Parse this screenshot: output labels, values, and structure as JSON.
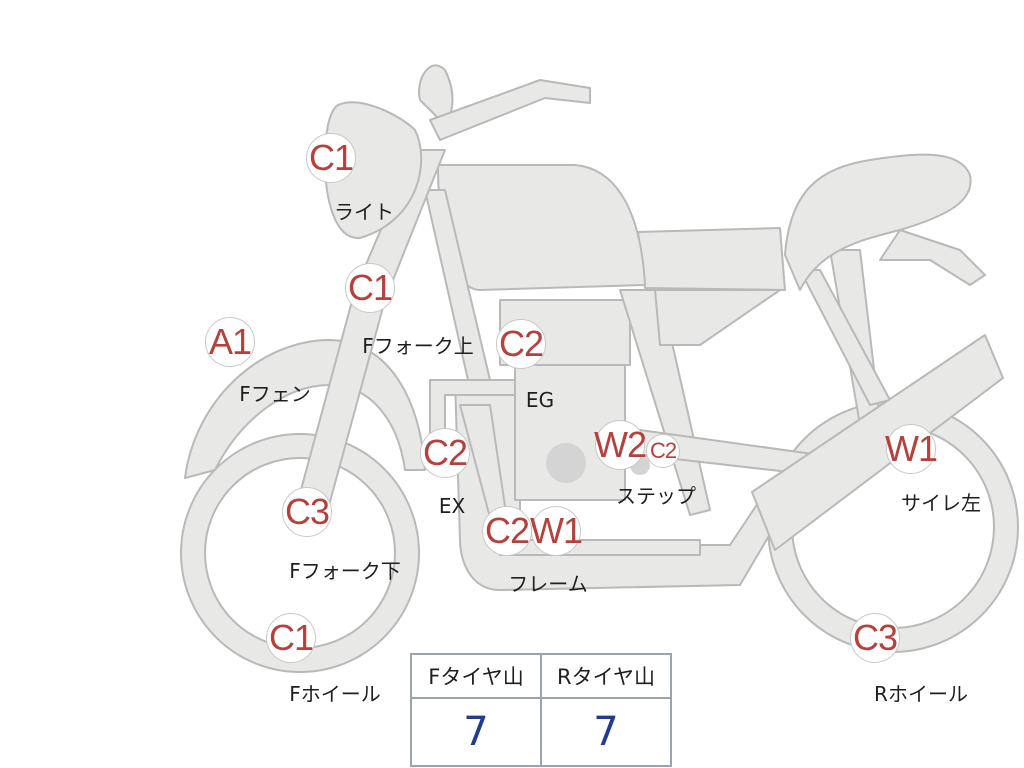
{
  "colors": {
    "body_fill": "#e8e8e6",
    "body_stroke": "#b9b9b9",
    "marker_text": "#b5413d",
    "tire_value": "#243a8c"
  },
  "markers": [
    {
      "id": "light",
      "grade": "C1",
      "label": "ライト"
    },
    {
      "id": "ffork-top",
      "grade": "C1",
      "label": "Fフォーク上"
    },
    {
      "id": "ffender",
      "grade": "A1",
      "label": "Fフェン"
    },
    {
      "id": "engine",
      "grade": "C2",
      "label": "EG"
    },
    {
      "id": "exhaust",
      "grade": "C2",
      "label": "EX"
    },
    {
      "id": "step-w",
      "grade": "W2",
      "label": "ステップ"
    },
    {
      "id": "step-c",
      "grade": "C2",
      "label": ""
    },
    {
      "id": "muffler",
      "grade": "W1",
      "label": "サイレ左"
    },
    {
      "id": "ffork-bottom",
      "grade": "C3",
      "label": "Fフォーク下"
    },
    {
      "id": "frame-c",
      "grade": "C2",
      "label": "フレーム"
    },
    {
      "id": "frame-w",
      "grade": "W1",
      "label": ""
    },
    {
      "id": "fwheel",
      "grade": "C1",
      "label": "Fホイール"
    },
    {
      "id": "rwheel",
      "grade": "C3",
      "label": "Rホイール"
    }
  ],
  "tire_table": {
    "headers": [
      "Fタイヤ山",
      "Rタイヤ山"
    ],
    "values": [
      "7",
      "7"
    ]
  }
}
